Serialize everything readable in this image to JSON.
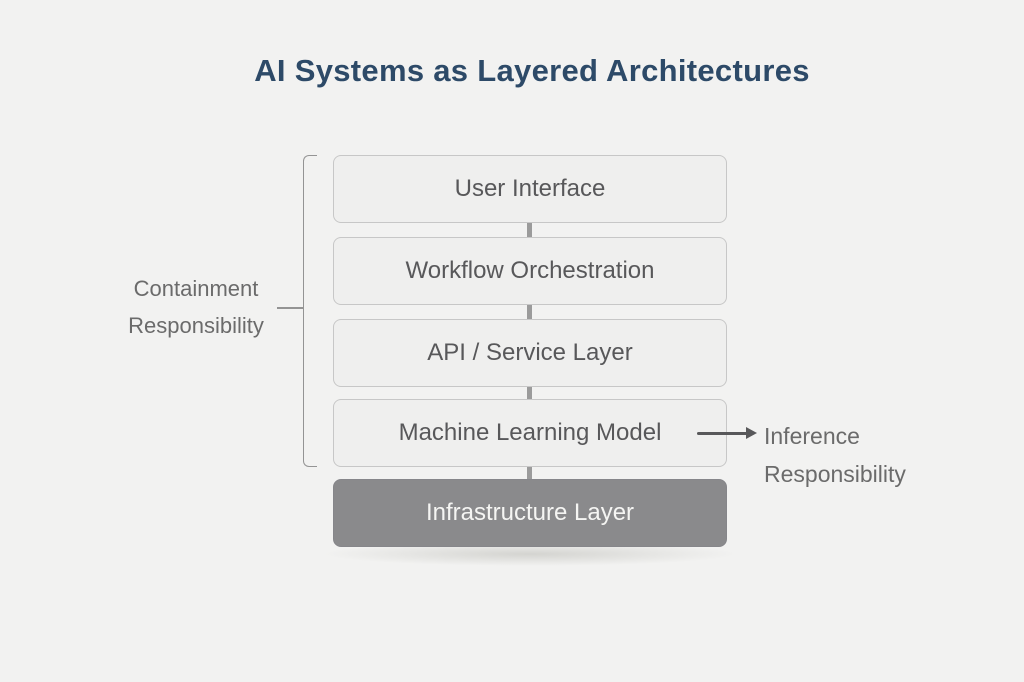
{
  "title": "AI Systems as Layered Architectures",
  "diagram": {
    "layers": [
      {
        "label": "User Interface",
        "variant": "light"
      },
      {
        "label": "Workflow Orchestration",
        "variant": "light"
      },
      {
        "label": "API / Service Layer",
        "variant": "light"
      },
      {
        "label": "Machine Learning Model",
        "variant": "light"
      },
      {
        "label": "Infrastructure Layer",
        "variant": "dark"
      }
    ],
    "left_annotation": {
      "line1": "Containment",
      "line2": "Responsibility",
      "spans_layers": [
        "User Interface",
        "Workflow Orchestration",
        "API / Service Layer",
        "Machine Learning Model"
      ]
    },
    "right_annotation": {
      "line1": "Inference",
      "line2": "Responsibility",
      "points_from_layer": "Machine Learning Model"
    }
  },
  "colors": {
    "background": "#f2f2f1",
    "title_text": "#2d4a68",
    "layer_box_fill": "#efefee",
    "layer_box_border": "#c7c7c7",
    "layer_box_text": "#58585a",
    "dark_layer_fill": "#8a8a8c",
    "dark_layer_text": "#f5f5f3",
    "connector": "#9b9b9b",
    "bracket": "#949494",
    "annotation_text": "#6b6b6b",
    "arrow": "#58585a"
  }
}
